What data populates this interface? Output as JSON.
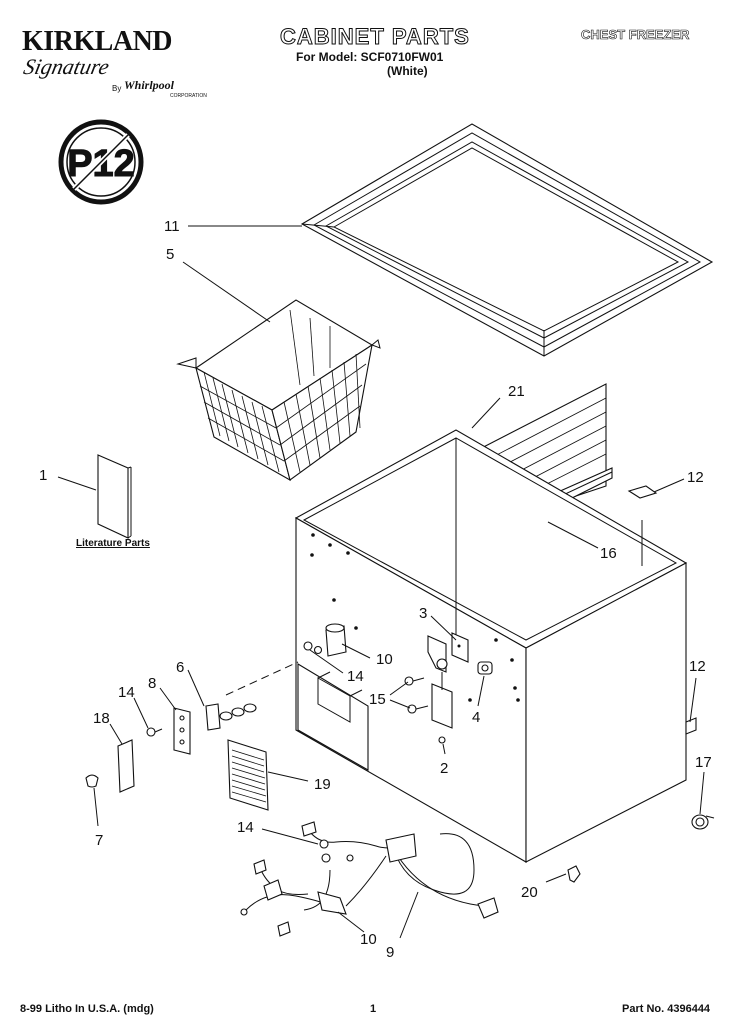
{
  "header": {
    "brand": "KIRKLAND",
    "brand_script": "Signature",
    "by": "By",
    "maker": "Whirlpool",
    "maker_sub": "CORPORATION",
    "title": "CABINET PARTS",
    "model_line": "For Model: SCF0710FW01",
    "color_line": "(White)",
    "product": "CHEST FREEZER"
  },
  "badge": {
    "text": "P12"
  },
  "literature_label": "Literature Parts",
  "callouts": [
    {
      "id": "c11",
      "text": "11"
    },
    {
      "id": "c5",
      "text": "5"
    },
    {
      "id": "c21",
      "text": "21"
    },
    {
      "id": "c1",
      "text": "1"
    },
    {
      "id": "c12a",
      "text": "12"
    },
    {
      "id": "c16",
      "text": "16"
    },
    {
      "id": "c3",
      "text": "3"
    },
    {
      "id": "c10a",
      "text": "10"
    },
    {
      "id": "c14a",
      "text": "14"
    },
    {
      "id": "c15",
      "text": "15"
    },
    {
      "id": "c4",
      "text": "4"
    },
    {
      "id": "c6",
      "text": "6"
    },
    {
      "id": "c8",
      "text": "8"
    },
    {
      "id": "c14b",
      "text": "14"
    },
    {
      "id": "c18",
      "text": "18"
    },
    {
      "id": "c12b",
      "text": "12"
    },
    {
      "id": "c2",
      "text": "2"
    },
    {
      "id": "c19",
      "text": "19"
    },
    {
      "id": "c17",
      "text": "17"
    },
    {
      "id": "c7",
      "text": "7"
    },
    {
      "id": "c14c",
      "text": "14"
    },
    {
      "id": "c20",
      "text": "20"
    },
    {
      "id": "c10b",
      "text": "10"
    },
    {
      "id": "c9",
      "text": "9"
    }
  ],
  "footer": {
    "left": "8-99 Litho In U.S.A. (mdg)",
    "page": "1",
    "part_no": "Part No. 4396444"
  }
}
